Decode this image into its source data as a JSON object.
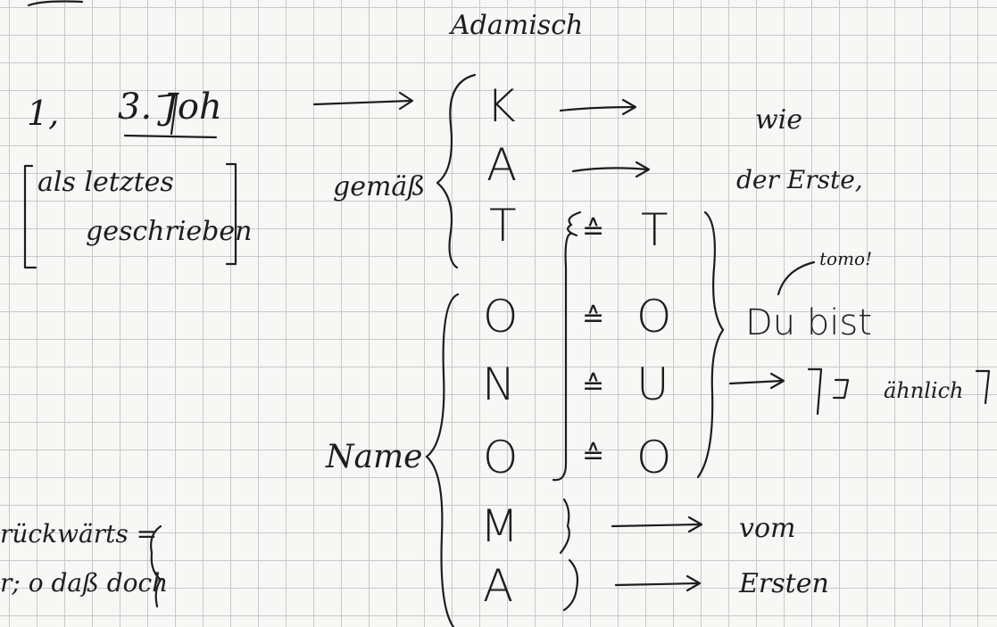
{
  "heading": "Adamisch",
  "left_col": {
    "number": "1,",
    "reference": "3. Joh",
    "note_line1": "als letztes",
    "note_line2": "geschrieben",
    "bottom_line1": "rückwärts =",
    "bottom_line2": "r; o daß doch"
  },
  "labels": {
    "gemaess": "gemäß",
    "name": "Name"
  },
  "letters": [
    "K",
    "A",
    "T",
    "O",
    "N",
    "O",
    "M",
    "A"
  ],
  "mapped": {
    "symbol": "≙",
    "letters": [
      "T",
      "O",
      "U",
      "O"
    ]
  },
  "right_col": {
    "wie": "wie",
    "der_erste": "der Erste,",
    "tomo": "tomo!",
    "du_bist": "Du bist",
    "aehnlich": "ähnlich",
    "vom": "vom",
    "ersten": "Ersten"
  }
}
